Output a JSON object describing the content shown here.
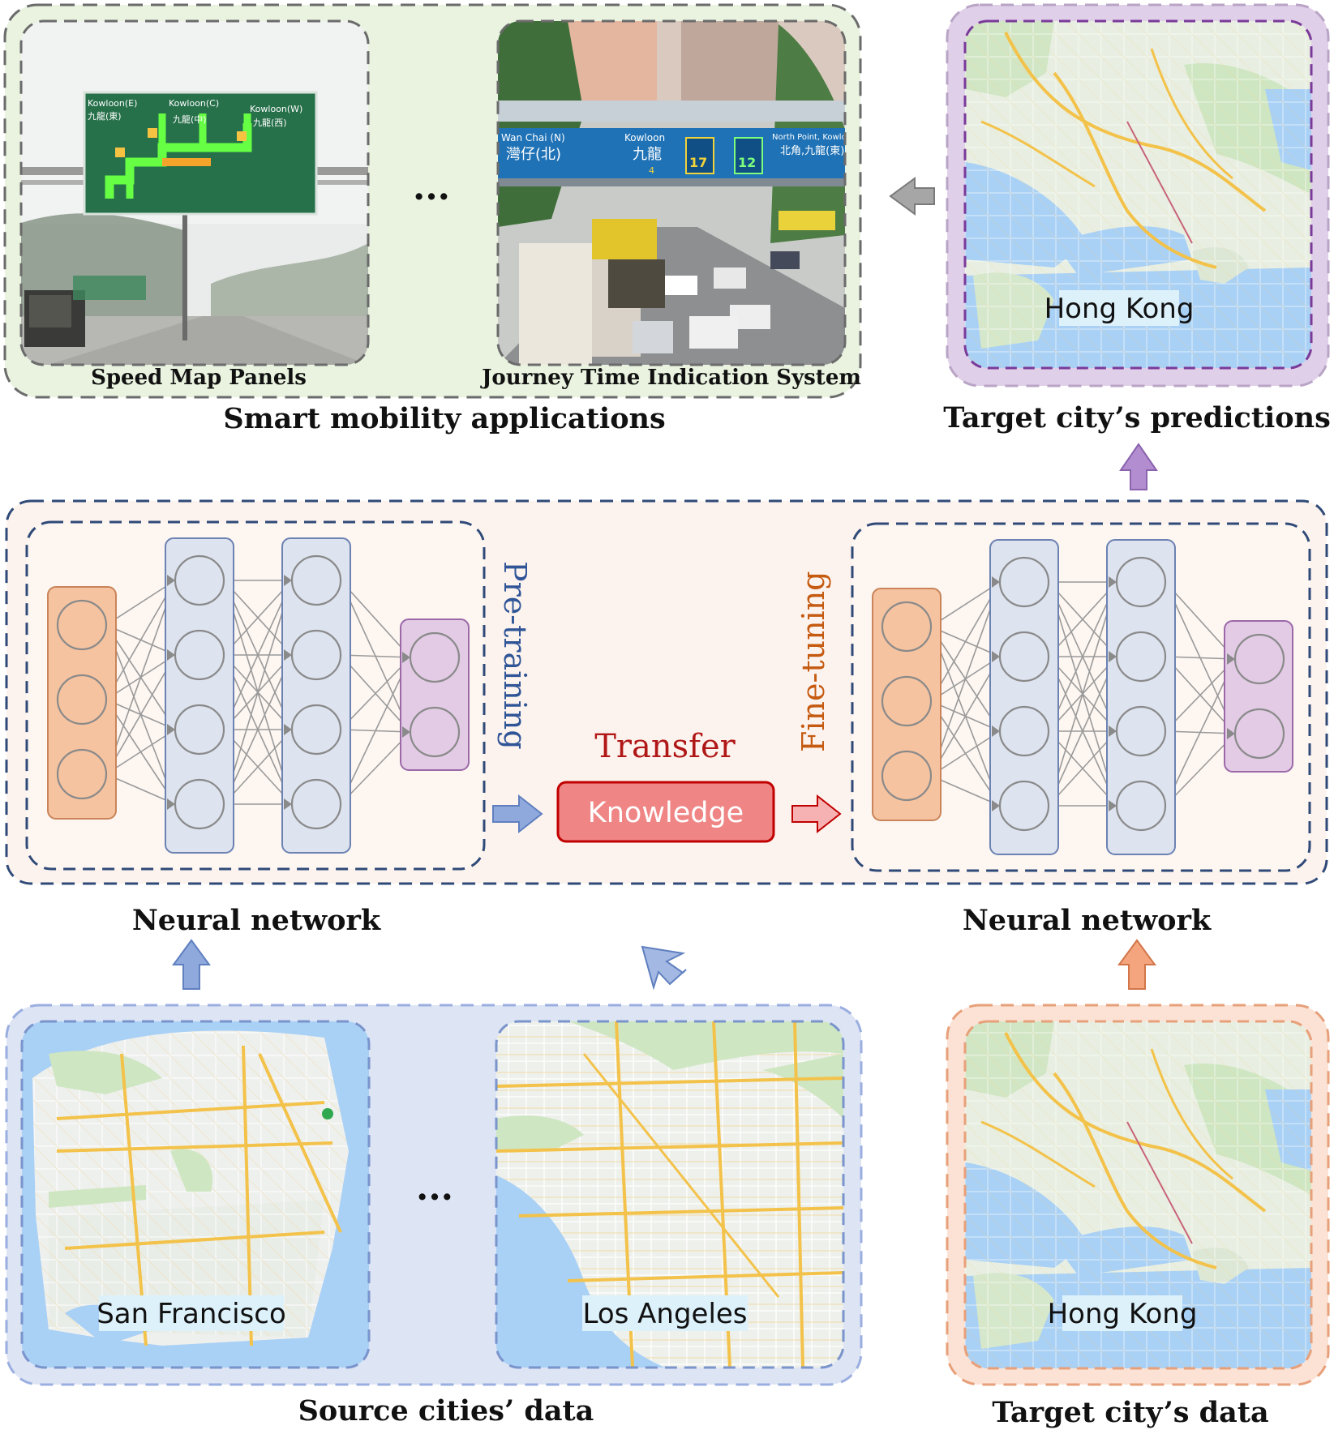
{
  "top": {
    "applications": {
      "title": "Smart mobility applications",
      "panel_left_caption": "Speed Map Panels",
      "panel_right_caption": "Journey Time Indication System",
      "ellipsis": "...",
      "sign_left": [
        "Kowloon(E)",
        "Kowloon(C)",
        "Kowloon(W)",
        "九龍(東)",
        "九龍(中)",
        "九龍(西)"
      ],
      "sign_right": [
        "Wan Chai (N)",
        "灣仔(北)",
        "Kowloon",
        "九龍",
        "North Point, Kowloon",
        "北角,九龍(東)",
        "17",
        "12",
        "4"
      ]
    },
    "predictions": {
      "title": "Target city’s predictions",
      "map_label": "Hong Kong"
    }
  },
  "middle": {
    "left_caption": "Neural network",
    "right_caption": "Neural network",
    "pretraining_label": "Pre-training",
    "finetuning_label": "Fine-tuning",
    "transfer_label": "Transfer",
    "knowledge_label": "Knowledge"
  },
  "bottom": {
    "source": {
      "title": "Source cities’ data",
      "map1_label": "San Francisco",
      "map2_label": "Los Angeles",
      "ellipsis": "..."
    },
    "target": {
      "title": "Target city’s data",
      "map_label": "Hong Kong"
    }
  },
  "colors": {
    "navy_dash": "#2f4a78",
    "gray_dash": "#6b6b6b",
    "purple_dash": "#7a3a9a",
    "blue_dash": "#7a94cc",
    "orange_dash": "#e7a07a",
    "input_layer": "#f6c3a0",
    "hidden_layer": "#dde3ef",
    "output_layer": "#e3cbe6",
    "knowledge_fill": "#ef8585",
    "transfer_text": "#b01818",
    "pretrain_text": "#2f5597",
    "finetune_text": "#c55a11"
  }
}
